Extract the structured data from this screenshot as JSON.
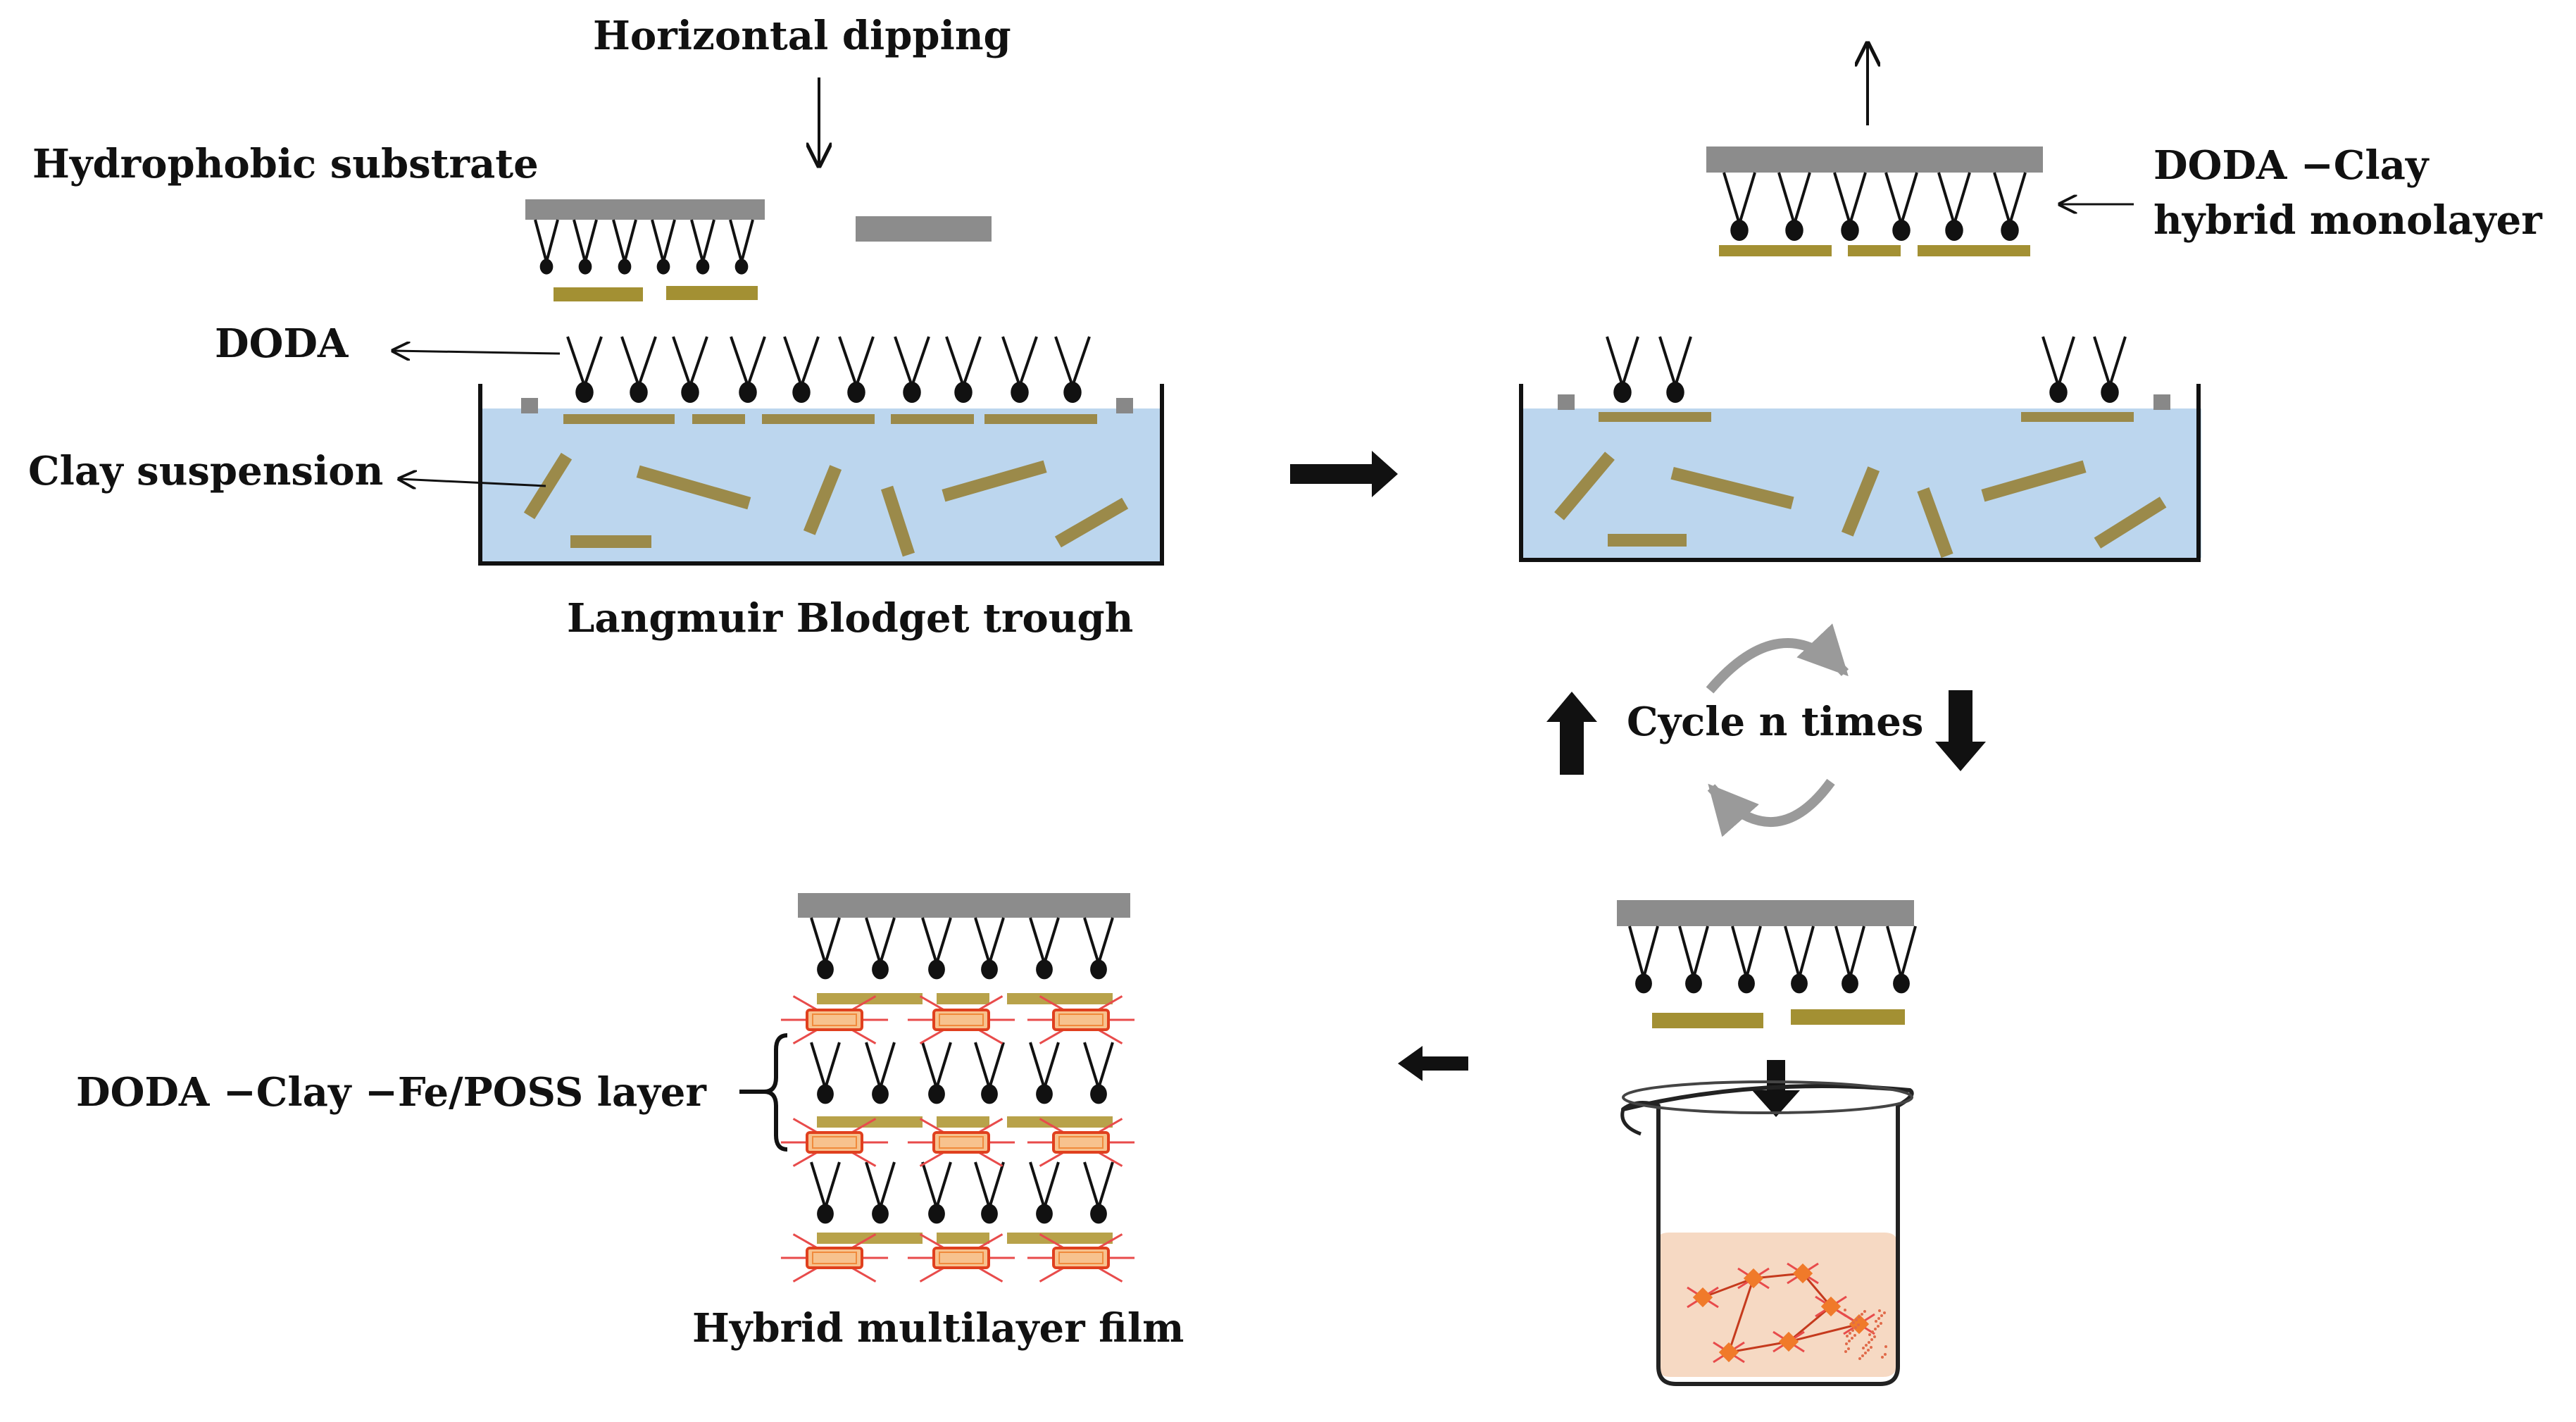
{
  "labels": {
    "horizontal_dipping": "Horizontal dipping",
    "hydrophobic_substrate": "Hydrophobic substrate",
    "doda": "DODA",
    "clay_suspension": "Clay suspension",
    "trough": "Langmuir Blodget trough",
    "monolayer_line1": "DODA −Clay",
    "monolayer_line2": "hybrid monolayer",
    "cycle": "Cycle n times",
    "layer": "DODA −Clay −Fe/POSS layer",
    "film": "Hybrid multilayer film"
  },
  "colors": {
    "water": "#bcd6ee",
    "water_edge": "#8fb2d2",
    "clay": "#9b8a4a",
    "clay_light": "#b8a24a",
    "substrate": "#8c8c8c",
    "ink": "#111111",
    "poss_fill": "#f7c28e",
    "poss_edge": "#e0401e",
    "poss_arm": "#e84b4b",
    "beaker_liquid": "#f6d9c3",
    "cycle_arrow": "#9a9a9a"
  }
}
